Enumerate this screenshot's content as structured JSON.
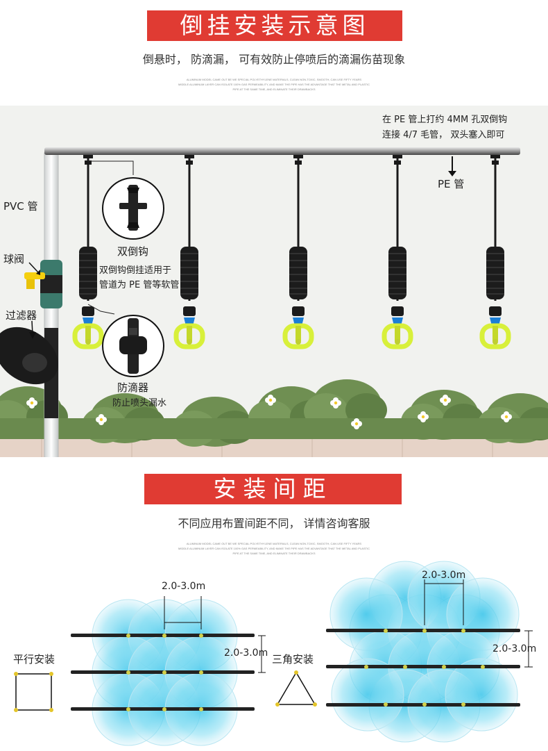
{
  "section1": {
    "title": "倒挂安装示意图",
    "subtitle": "倒悬时，  防滴漏，  可有效防止停喷后的滴漏伤苗现象",
    "fine_print": [
      "ALUMINUM MODEL CAME OUT BE WE SPECIAL POLYETHYLENE MATERIALS, CLEAN NON-TOXIC, SMOOTH, CAN USE FIFTY YEARS",
      "MIDDLE ALUMINUM LAYER CAN ISOLATE 100% GAS PERMEABILITY, AND MAKE THE PIPE HAS THE ADVANTAGE THAT THE METAL AND PLASTIC",
      "PIPE AT THE SAME TIME, AND ELIMINATE THEIR DRAWBACKS"
    ]
  },
  "diagram": {
    "pe_note_line1": "在 PE 管上打约 4MM 孔双倒钩",
    "pe_note_line2": "连接 4/7 毛管，  双头塞入即可",
    "pe_label": "PE 管",
    "pvc_label": "PVC 管",
    "valve_label": "球阀",
    "filter_label": "过滤器",
    "hook_title": "双倒钩",
    "hook_desc1": "双倒钩倒挂适用于",
    "hook_desc2": "管道为 PE 管等软管",
    "drip_title": "防滴器",
    "drip_desc": "防止喷头漏水",
    "hanger_count": 5
  },
  "section2": {
    "title": "安装间距",
    "subtitle": "不同应用布置间距不同，  详情咨询客服",
    "fine_print": [
      "ALUMINUM MODEL CAME OUT BE WE SPECIAL POLYETHYLENE MATERIALS, CLEAN NON-TOXIC, SMOOTH, CAN USE FIFTY YEARS",
      "MIDDLE ALUMINUM LAYER CAN ISOLATE 100% GAS PERMEABILITY, AND MAKE THE PIPE HAS THE ADVANTAGE THAT THE METAL AND PLASTIC",
      "PIPE AT THE SAME TIME, AND ELIMINATE THEIR DRAWBACKS"
    ]
  },
  "spacing": {
    "parallel_label": "平行安装",
    "triangle_label": "三角安装",
    "left_h_dim": "2.0-3.0m",
    "left_v_dim": "2.0-3.0m",
    "right_h_dim": "2.0-3.0m",
    "right_v_dim": "2.0-3.0m"
  },
  "colors": {
    "banner": "#e03b33",
    "spray": "#5fd3ee",
    "pipe": "#111111",
    "nozzle_yellow": "#d8f03a",
    "nozzle_blue": "#1b7fd6",
    "bush": "#6f8f52",
    "ground": "#e6d3c7"
  }
}
